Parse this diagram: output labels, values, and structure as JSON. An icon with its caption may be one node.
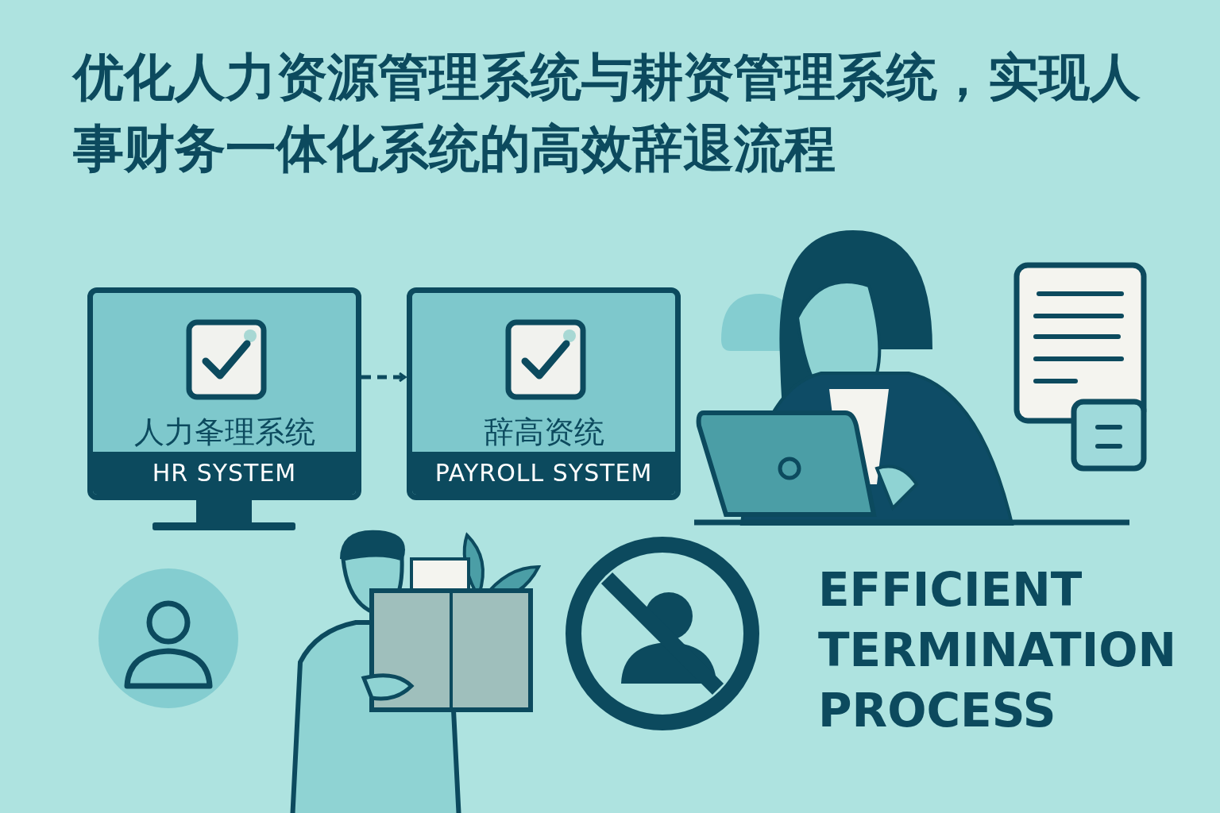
{
  "diagram": {
    "title": "优化人力资源管理系统与耕资管理系统，实现人事财务一体化系统的高效辞退流程",
    "nodes": [
      {
        "text": [
          "人力夆理系统",
          "HR SYSTEM"
        ]
      },
      {
        "text": [
          "辞高资统",
          "PAYROLL SYSTEM"
        ]
      }
    ],
    "edges": [
      {
        "from": 0,
        "to": 1,
        "arrow": "to",
        "style": "dashed"
      }
    ],
    "labels": [
      "EFFICIENT TERMINATION PROCESS"
    ]
  }
}
